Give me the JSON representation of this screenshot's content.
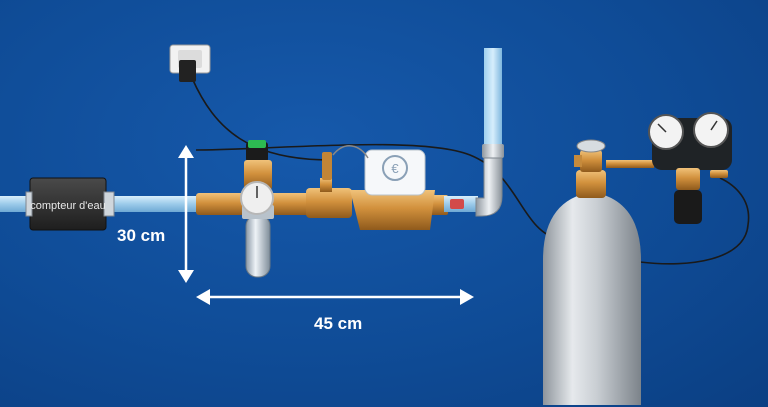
{
  "meter": {
    "label": "compteur d'eau"
  },
  "dimensions": {
    "height_label": "30 cm",
    "width_label": "45 cm"
  },
  "colors": {
    "background": "#0f4c97",
    "pipe": "#a9d3ee",
    "brass": "#c98a3a",
    "cable": "#1a1a1a",
    "arrow": "#ffffff"
  },
  "icons": [
    "power-adapter-icon",
    "filter-gauge-icon",
    "water-meter-icon",
    "pressure-gauge-icon",
    "gas-cylinder-icon"
  ]
}
